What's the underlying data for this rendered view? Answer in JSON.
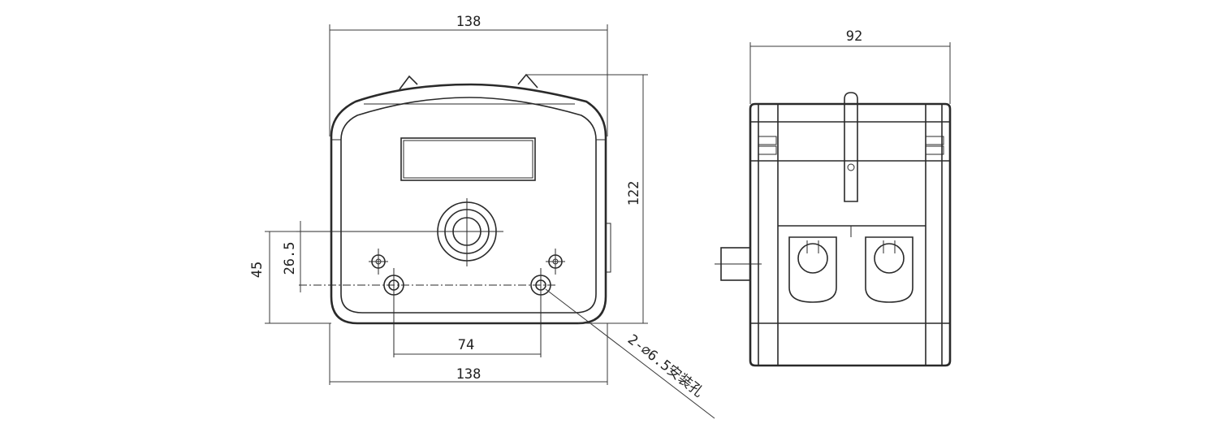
{
  "front_view": {
    "dim_width_top": "138",
    "dim_height": "122",
    "dim_offset_small": "26.5",
    "dim_offset_large": "45",
    "dim_hole_spacing": "74",
    "dim_width_bottom": "138",
    "hole_callout": "2-∅6.5安装孔"
  },
  "side_view": {
    "dim_depth": "92"
  }
}
